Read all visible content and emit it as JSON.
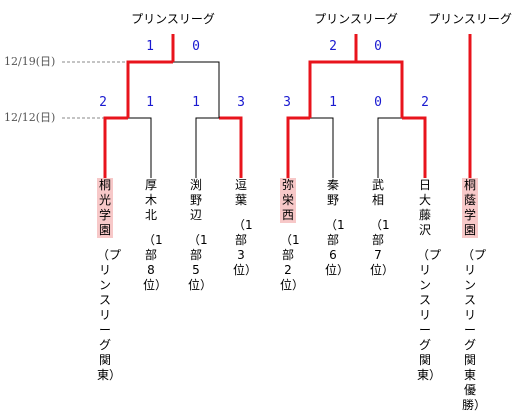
{
  "colors": {
    "winner_line": "#e8141c",
    "loser_line": "#000000",
    "dash_line": "#888888",
    "score": "#1a1ad0",
    "winner_highlight": "#f7c8c8"
  },
  "top_labels": [
    "プリンスリーグ",
    "プリンスリーグ",
    "プリンスリーグ"
  ],
  "rounds": [
    {
      "label": "12/19(日)"
    },
    {
      "label": "12/12(日)"
    }
  ],
  "scores": {
    "final_left": [
      "1",
      "0"
    ],
    "final_right": [
      "2",
      "0"
    ],
    "semi": [
      "2",
      "1",
      "1",
      "3",
      "3",
      "1",
      "0",
      "2"
    ]
  },
  "teams": [
    {
      "name": "桐光学園",
      "note": "（プリンスリーグ関東）",
      "winner": true
    },
    {
      "name": "厚木北",
      "note": "（1部8位）",
      "winner": false
    },
    {
      "name": "渕野辺",
      "note": "（1部5位）",
      "winner": false
    },
    {
      "name": "逗葉",
      "note": "（1部3位）",
      "winner": false
    },
    {
      "name": "弥栄西",
      "note": "（1部2位）",
      "winner": true
    },
    {
      "name": "秦野",
      "note": "（1部6位）",
      "winner": false
    },
    {
      "name": "武相",
      "note": "（1部7位）",
      "winner": false
    },
    {
      "name": "日大藤沢",
      "note": "（プリンスリーグ関東）",
      "winner": false
    },
    {
      "name": "桐蔭学園",
      "note": "（プリンスリーグ関東優勝）",
      "winner": true
    }
  ]
}
